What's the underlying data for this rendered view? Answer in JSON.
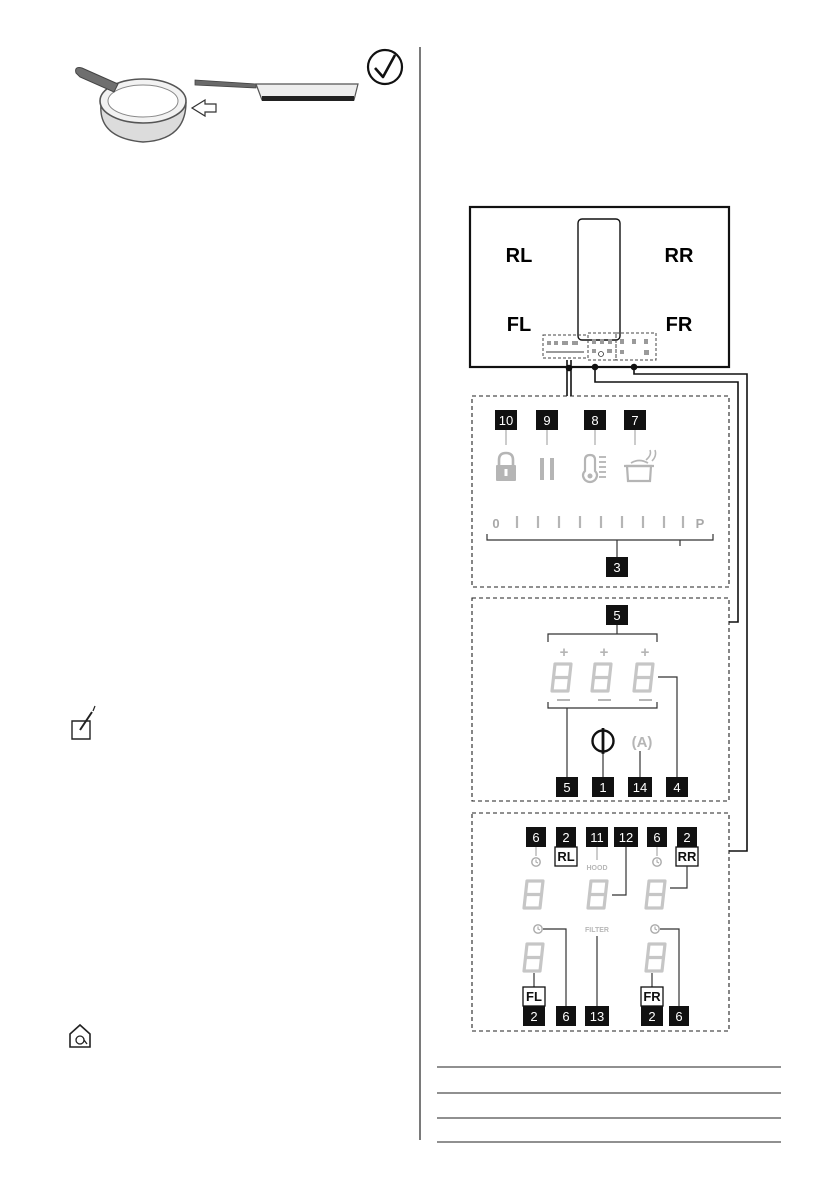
{
  "hob": {
    "zones": [
      "RL",
      "RR",
      "FL",
      "FR"
    ]
  },
  "control_panel": {
    "top": {
      "icon_labels": [
        "10",
        "9",
        "8",
        "7"
      ],
      "icons": [
        "lock-icon",
        "pause-icon",
        "thermometer-icon",
        "pot-icon"
      ],
      "slider_zero": "0",
      "slider_p": "P",
      "slider_label": "3"
    },
    "middle": {
      "top_label": "5",
      "plus_signs": [
        "+",
        "+",
        "+"
      ],
      "bottom_labels": [
        "5",
        "1",
        "14",
        "4"
      ],
      "auto_text": "(A)"
    },
    "bottom": {
      "top_labels": [
        "6",
        "2",
        "11",
        "12",
        "6",
        "2"
      ],
      "zone_tags": [
        "RL",
        "RR",
        "FL",
        "FR"
      ],
      "hood_text": "HOOD",
      "filter_text": "FILTER",
      "bottom_labels": [
        "2",
        "6",
        "13",
        "2",
        "6"
      ]
    }
  }
}
